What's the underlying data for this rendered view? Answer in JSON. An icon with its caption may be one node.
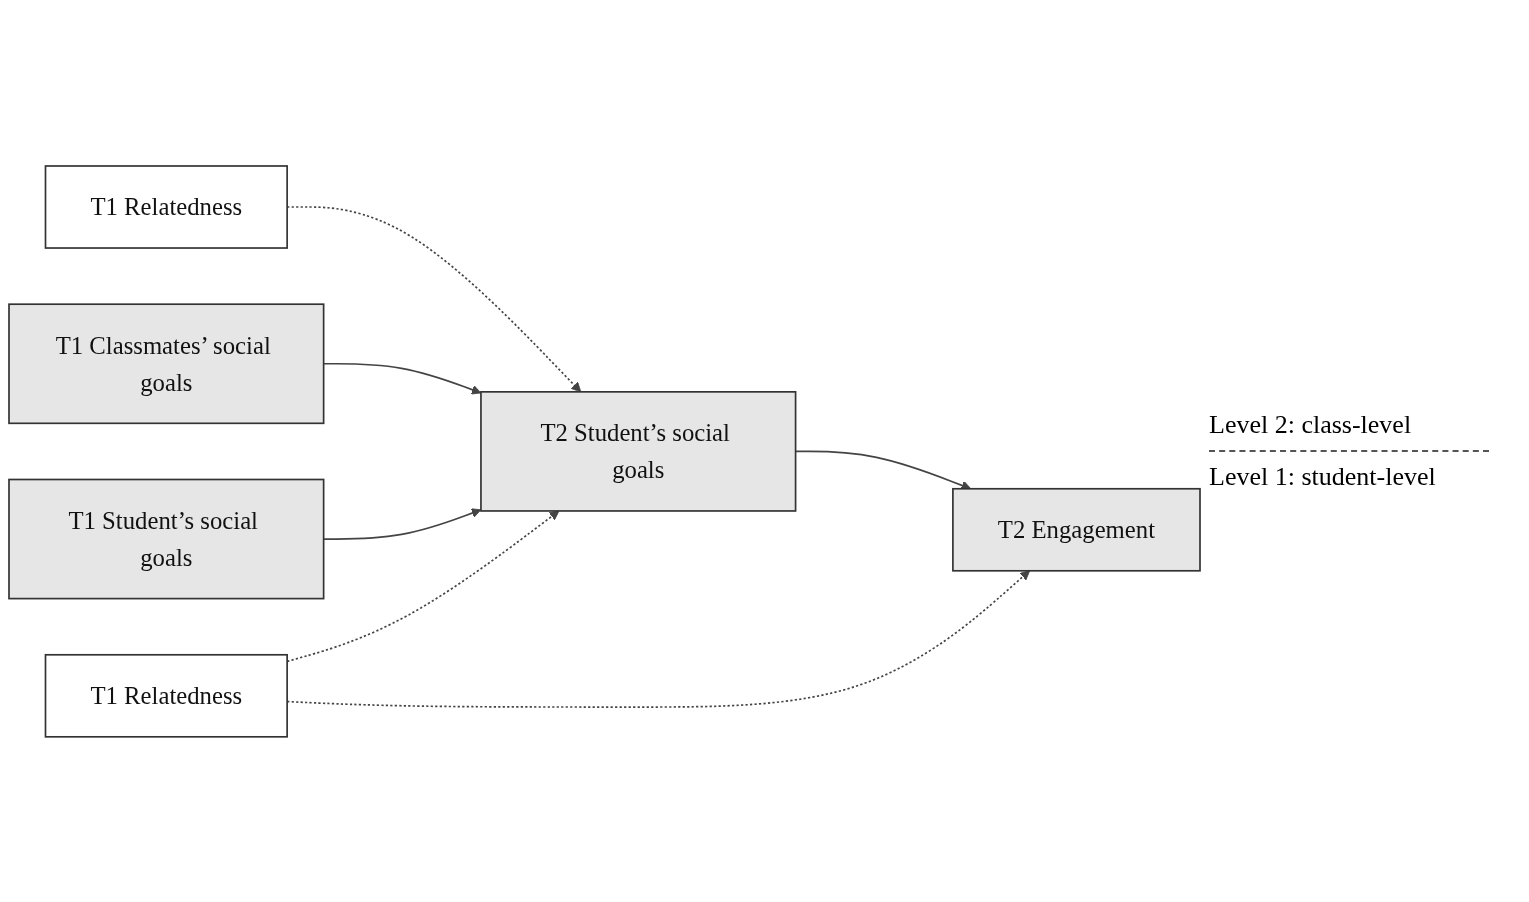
{
  "diagram": {
    "nodes": [
      {
        "text": [
          "T1 Relatedness"
        ]
      },
      {
        "text": [
          "T1 Classmates’ social goals"
        ]
      },
      {
        "text": [
          "T1 Student’s social goals"
        ]
      },
      {
        "text": [
          "T2 Student’s social goals"
        ]
      },
      {
        "text": [
          "T2 Engagement"
        ]
      },
      {
        "text": [
          "T1 Relatedness"
        ]
      }
    ],
    "edges": [
      {
        "from": 0,
        "to": 3,
        "arrow": "to",
        "style": "dashed"
      },
      {
        "from": 1,
        "to": 3,
        "arrow": "to"
      },
      {
        "from": 2,
        "to": 3,
        "arrow": "to"
      },
      {
        "from": 3,
        "to": 4,
        "arrow": "to"
      },
      {
        "from": 5,
        "to": 3,
        "arrow": "to",
        "style": "dashed"
      },
      {
        "from": 5,
        "to": 4,
        "arrow": "to",
        "style": "dashed"
      }
    ],
    "labels": [
      "Level 2: class-level",
      "Level 1: student-level"
    ]
  }
}
